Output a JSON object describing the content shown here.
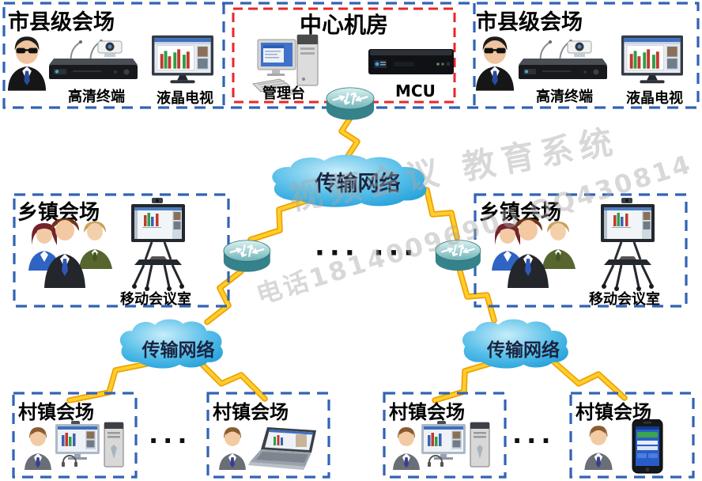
{
  "city_venue_left": {
    "title": "市县级会场",
    "terminal_label": "高清终端",
    "tv_label": "液晶电视"
  },
  "center_room": {
    "title": "中心机房",
    "console_label": "管理台",
    "mcu_label": "MCU"
  },
  "city_venue_right": {
    "title": "市县级会场",
    "terminal_label": "高清终端",
    "tv_label": "液晶电视"
  },
  "network_clouds": {
    "top": "传输网络",
    "lower_left": "传输网络",
    "lower_right": "传输网络"
  },
  "township_left": {
    "title": "乡镇会场",
    "cart_label": "移动会议室"
  },
  "township_right": {
    "title": "乡镇会场",
    "cart_label": "移动会议室"
  },
  "village_1": {
    "title": "村镇会场"
  },
  "village_2": {
    "title": "村镇会场"
  },
  "village_3": {
    "title": "村镇会场"
  },
  "village_4": {
    "title": "村镇会场"
  },
  "ellipsis": {
    "mid": "···  ···",
    "bottom_left": "···",
    "bottom_right": "···"
  },
  "watermark": {
    "line1": "视频会议 教育系统",
    "line2": "电话18140096900 QQ430814"
  },
  "colors": {
    "border_blue": "#3163B5",
    "border_red": "#E8262A",
    "cloud_blue": "#2FA8DE",
    "bolt_yellow": "#FFCE2A",
    "router_teal": "#35828A"
  }
}
